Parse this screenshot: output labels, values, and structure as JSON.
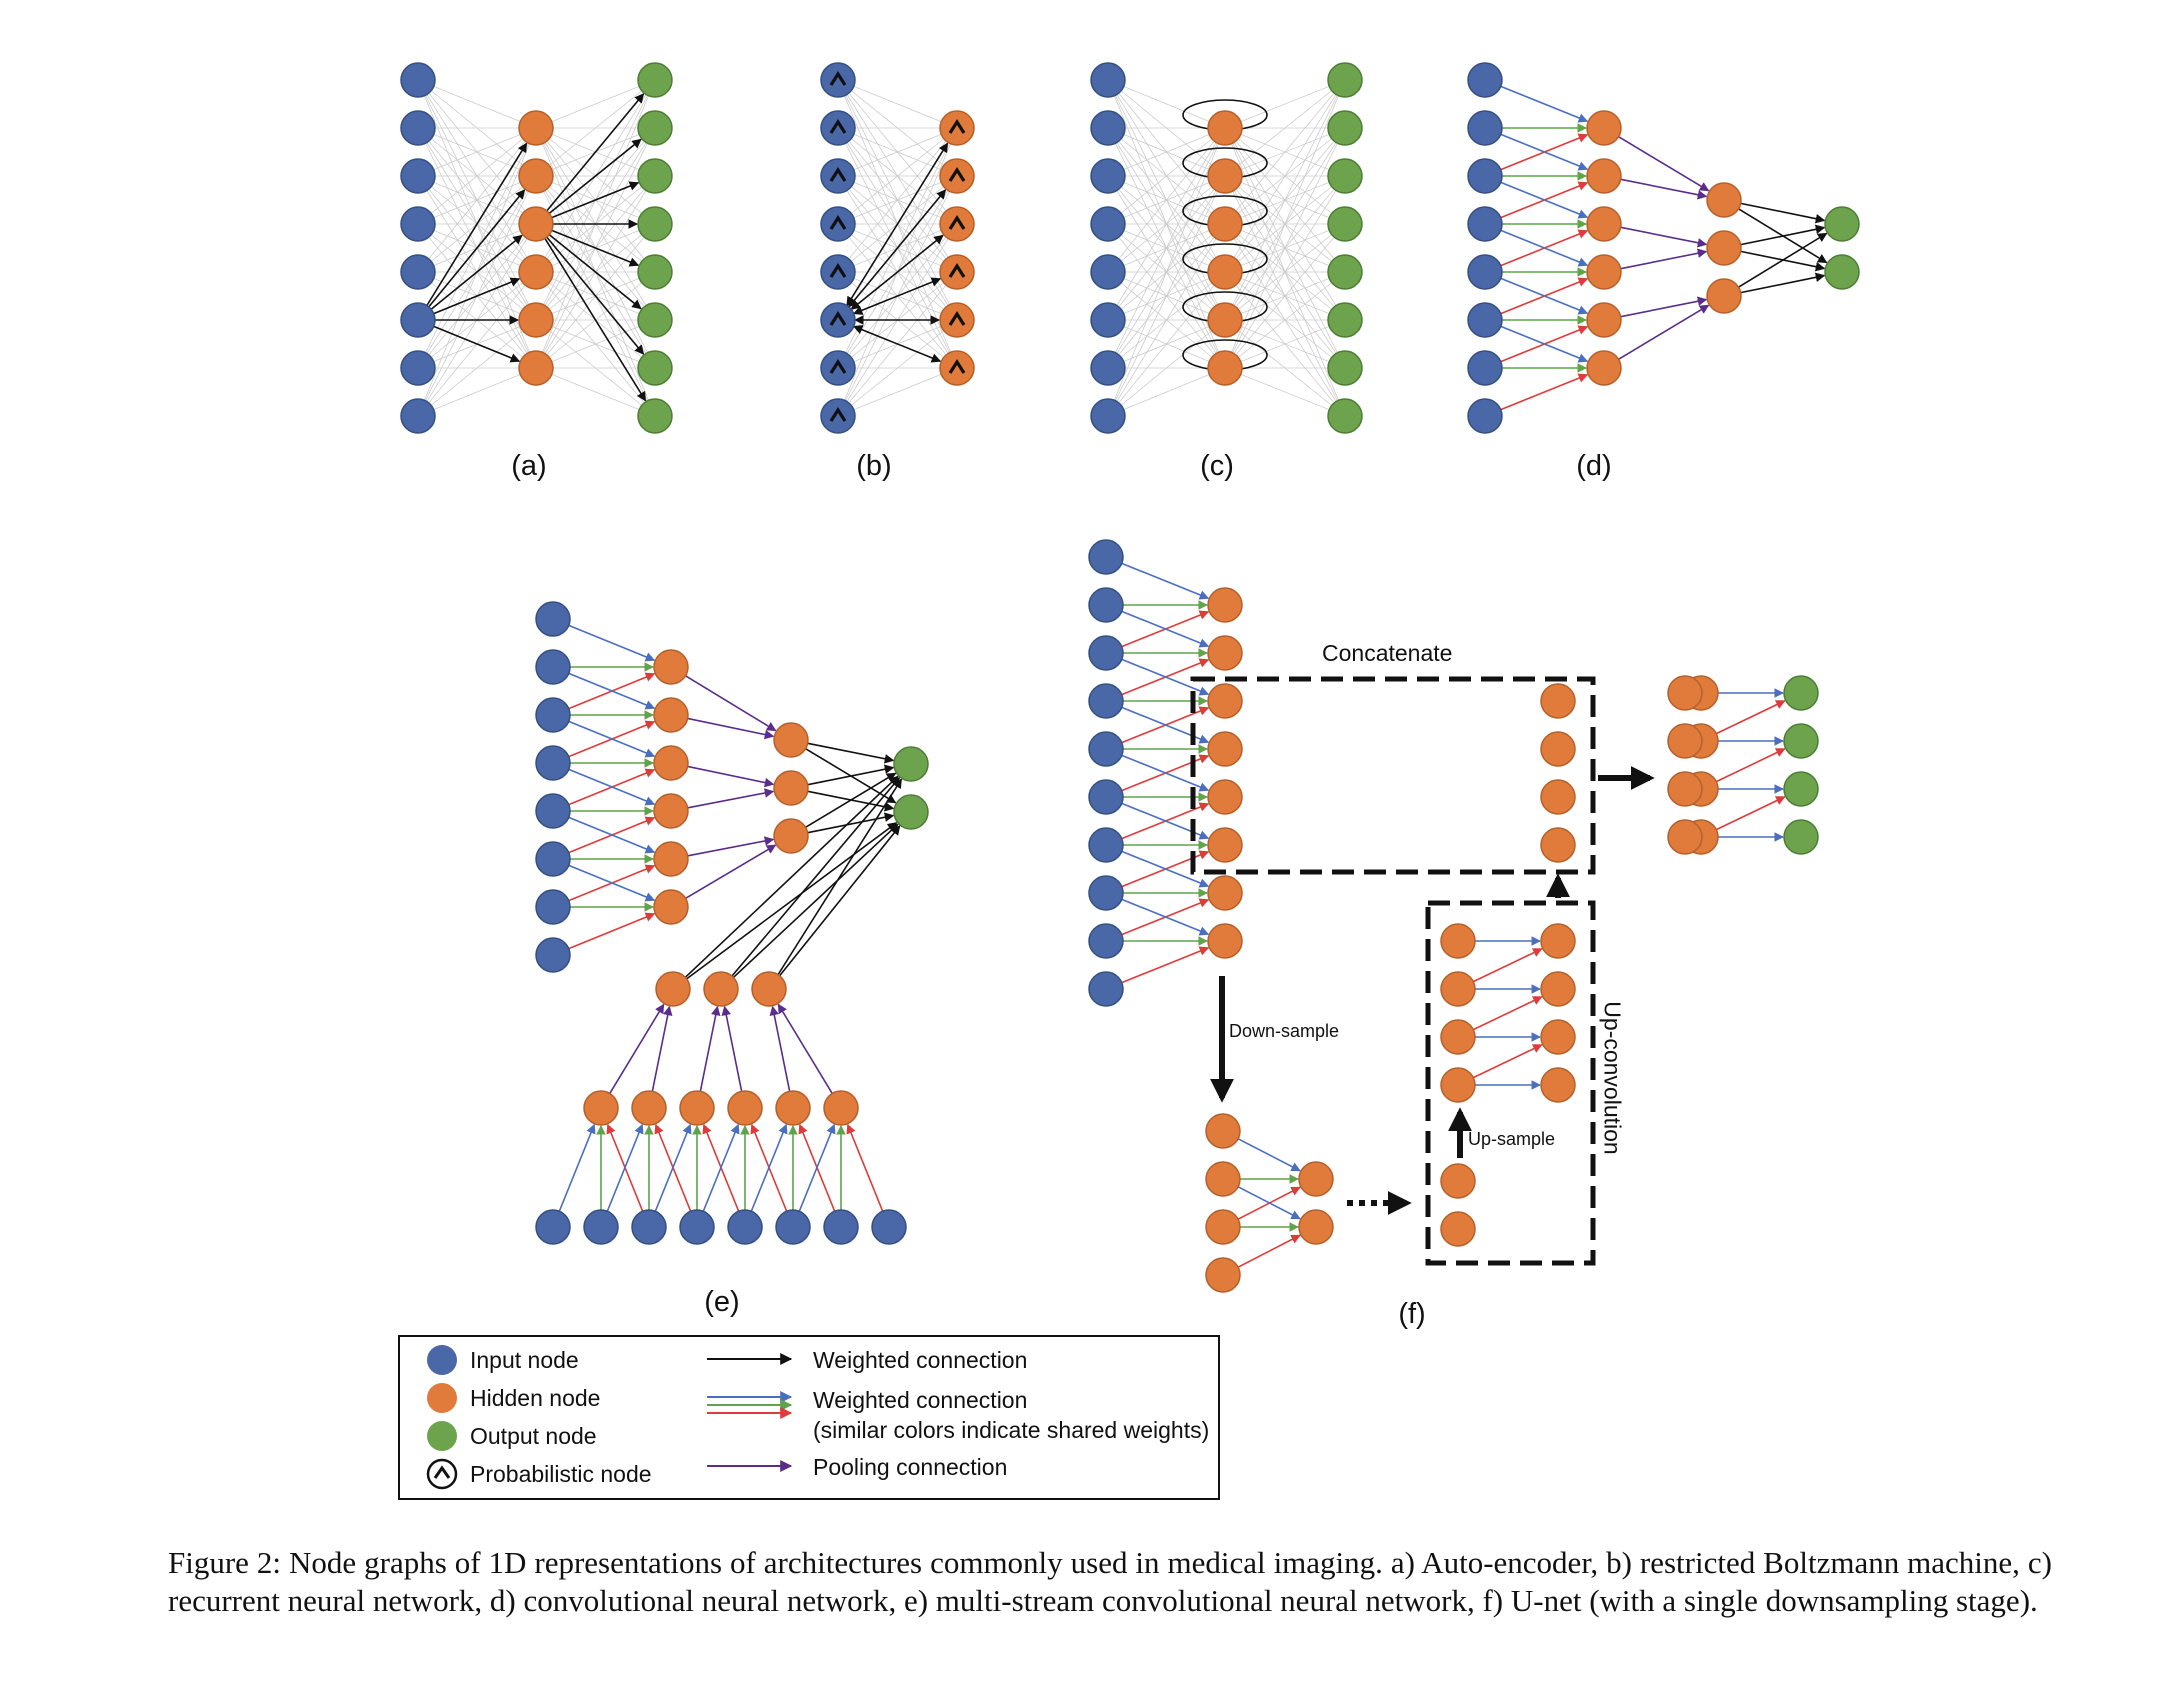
{
  "panels": {
    "a": {
      "label": "(a)"
    },
    "b": {
      "label": "(b)"
    },
    "c": {
      "label": "(c)"
    },
    "d": {
      "label": "(d)"
    },
    "e": {
      "label": "(e)"
    },
    "f": {
      "label": "(f)",
      "concatenate": "Concatenate",
      "down_sample": "Down-sample",
      "up_sample": "Up-sample",
      "up_convolution": "Up-convolution"
    }
  },
  "legend": {
    "input_node": "Input node",
    "hidden_node": "Hidden node",
    "output_node": "Output node",
    "probabilistic_node": "Probabilistic node",
    "weighted_connection": "Weighted connection",
    "weighted_connection_shared": "Weighted connection",
    "shared_note": "(similar colors indicate shared weights)",
    "pooling_connection": "Pooling connection"
  },
  "caption": {
    "label": "Figure 2:",
    "text": "Node graphs of 1D representations of architectures commonly used in medical imaging. a) Auto-encoder, b) restricted Boltzmann machine, c) recurrent neural network, d) convolutional neural network, e) multi-stream convolutional neural network, f) U-net (with a single downsampling stage)."
  },
  "colors": {
    "input": "#4a67a8",
    "hidden": "#e07b3c",
    "output": "#6da34d",
    "weighted": "#111111",
    "shared_blue": "#4a6fc0",
    "shared_green": "#5fa34a",
    "shared_red": "#e03a3a",
    "pooling": "#5a2d8c",
    "faint": "#cccccc"
  }
}
